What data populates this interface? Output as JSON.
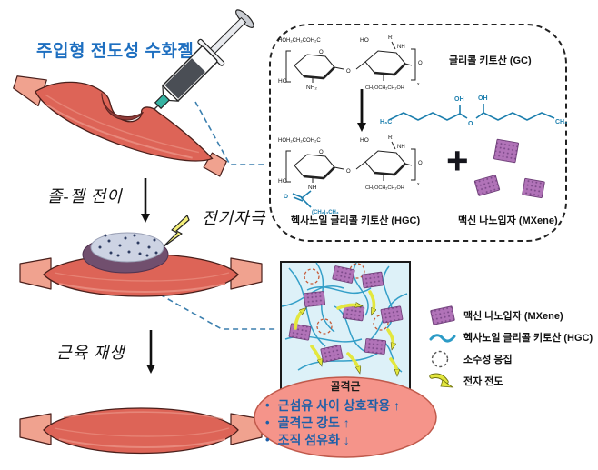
{
  "header": {
    "title": "주입형 전도성 수화젤"
  },
  "process": {
    "sol_gel_label": "졸-젤 전이",
    "electrical_label": "전기자극",
    "regeneration_label": "근육 재생"
  },
  "synthesis_box": {
    "gc_label": "글리콜 키토산 (GC)",
    "hgc_label": "헥사노일 글리콜 키토산 (HGC)",
    "mxene_label": "맥신 나노입자 (MXene)",
    "plus_sign": "+",
    "gc_groups": {
      "g1": "HOH₂CH₂COH₂C",
      "g2": "HO",
      "g3": "R",
      "g4": "NH",
      "g5": "HO",
      "g6": "NH₂",
      "g7": "CH₂OCH₂CH₂OH",
      "o1": "O",
      "o2": "O",
      "o3": "O",
      "sx": "x"
    },
    "linker_groups": {
      "l1": "H₃C",
      "l2": "OH",
      "l3": "O",
      "l4": "OH",
      "l5": "CH₃"
    },
    "hgc_groups": {
      "g1": "HOH₂CH₂COH₂C",
      "g2": "HO",
      "g3": "R",
      "g4": "NH",
      "g5": "HO",
      "g6": "NH",
      "g7": "CH₂OCH₂CH₂OH",
      "o1": "O",
      "o2": "O",
      "o3": "O",
      "sx": "x",
      "b1": "O",
      "b2": "(CH₂)₄CH₃"
    }
  },
  "network_box": {
    "muscle_label": "골격근"
  },
  "legend": {
    "items": [
      {
        "icon": "mxene-particle-icon",
        "label": "맥신 나노입자 (MXene)"
      },
      {
        "icon": "hgc-polymer-icon",
        "label": "헥사노일 글리콜 키토산 (HGC)"
      },
      {
        "icon": "hydrophobic-aggregation-icon",
        "label": "소수성 응집"
      },
      {
        "icon": "electron-conduction-icon",
        "label": "전자 전도"
      }
    ]
  },
  "outcomes": {
    "bullet": "•",
    "items": [
      "근섬유 사이 상호작용 ↑",
      "골격근 강도 ↑",
      "조직 섬유화 ↓"
    ]
  },
  "colors": {
    "accent_blue": "#1e6fc0",
    "outcome_blue": "#1e5fa8",
    "polymer_blue": "#2c9bc6",
    "chem_blue": "#1d7fae",
    "mxene_purple": "#b173b8",
    "muscle_red": "#dd6457",
    "tendon_pink": "#f0a28f",
    "wound_dark_red": "#8f3b38",
    "gel_lavender": "#cdd3e3",
    "gel_crescent_purple": "#714f6e",
    "network_bg": "#ddf1f8",
    "skeletal_muscle_pink": "#f5948a",
    "arrow_yellow": "#e3e73e",
    "lightning_yellow": "#f5f07a"
  }
}
